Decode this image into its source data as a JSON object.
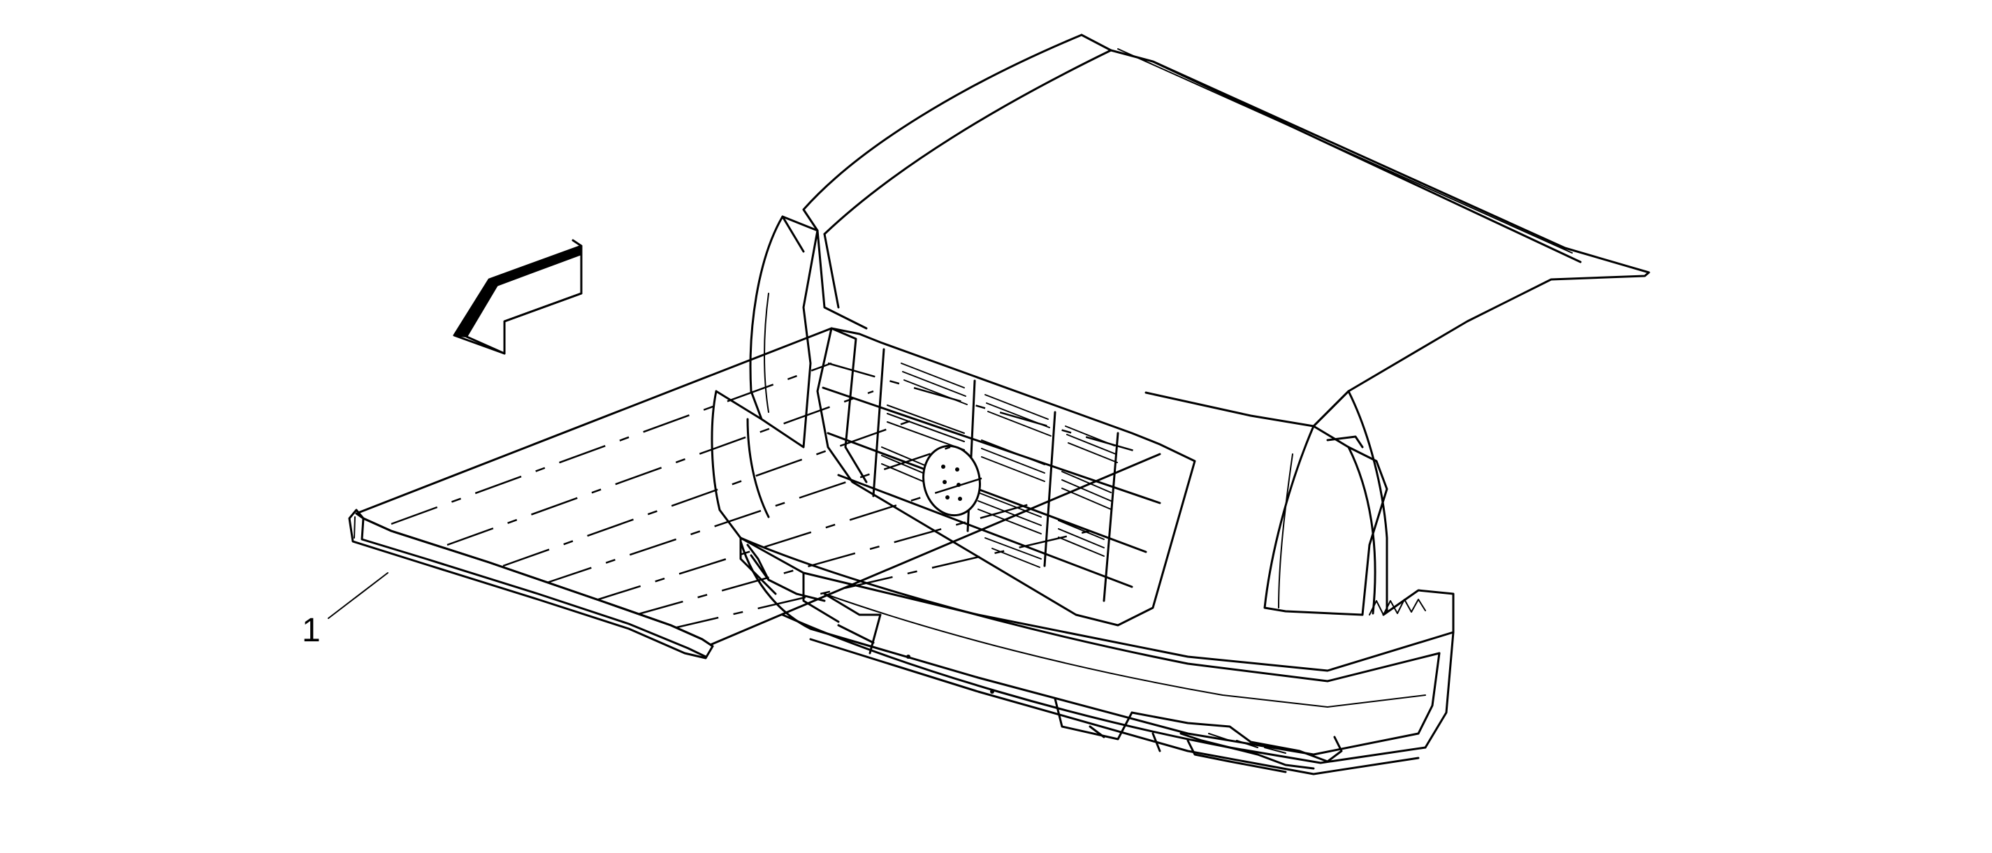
{
  "diagram": {
    "callouts": [
      {
        "id": 1,
        "label": "1",
        "target": "grille-molding"
      }
    ],
    "colors": {
      "line": "#000000",
      "background": "#ffffff"
    }
  }
}
